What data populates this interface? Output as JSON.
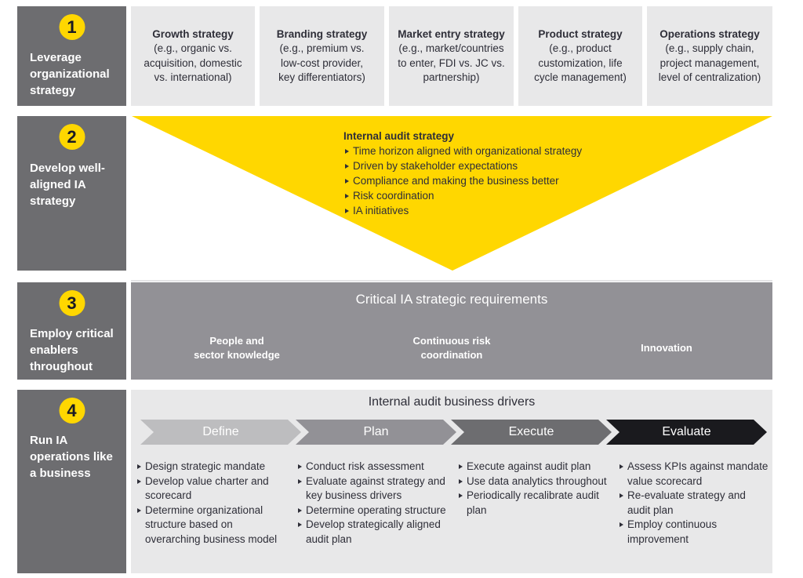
{
  "colors": {
    "sidebar": "#6d6d70",
    "badge": "#ffd700",
    "light_panel": "#e8e8e9",
    "requirements_panel": "#929196",
    "triangle": "#ffd700",
    "chevrons": [
      "#bdbdbf",
      "#929196",
      "#6d6d70",
      "#1a1a1e"
    ]
  },
  "steps": [
    {
      "number": "1",
      "label": "Leverage organizational strategy"
    },
    {
      "number": "2",
      "label": "Develop well-aligned IA strategy"
    },
    {
      "number": "3",
      "label": "Employ critical enablers throughout"
    },
    {
      "number": "4",
      "label": "Run IA operations like a business"
    }
  ],
  "strategies": [
    {
      "title": "Growth strategy",
      "desc": "(e.g., organic vs.\nacquisition, domestic\nvs. international)"
    },
    {
      "title": "Branding strategy",
      "desc": "(e.g., premium vs.\nlow-cost provider,\nkey differentiators)"
    },
    {
      "title": "Market entry strategy",
      "desc": "(e.g., market/countries\nto enter, FDI vs. JC vs.\npartnership)"
    },
    {
      "title": "Product strategy",
      "desc": "(e.g., product\ncustomization, life\ncycle management)"
    },
    {
      "title": "Operations strategy",
      "desc": "(e.g., supply chain,\nproject management,\nlevel of centralization)"
    }
  ],
  "ia_strategy": {
    "title": "Internal audit strategy",
    "items": [
      "Time horizon aligned with organizational strategy",
      "Driven by stakeholder expectations",
      "Compliance and making the business better",
      "Risk coordination",
      "IA initiatives"
    ]
  },
  "requirements": {
    "title": "Critical IA strategic requirements",
    "items": [
      "People and\nsector knowledge",
      "Continuous risk\ncoordination",
      "Innovation"
    ]
  },
  "drivers": {
    "title": "Internal audit business drivers",
    "phases": [
      {
        "name": "Define",
        "items": [
          "Design strategic mandate",
          "Develop value charter and scorecard",
          "Determine organizational structure based on overarching business model"
        ]
      },
      {
        "name": "Plan",
        "items": [
          "Conduct risk assessment",
          "Evaluate against strategy and key business drivers",
          "Determine operating structure",
          "Develop strategically aligned audit plan"
        ]
      },
      {
        "name": "Execute",
        "items": [
          "Execute against audit plan",
          "Use data analytics throughout",
          "Periodically recalibrate audit plan"
        ]
      },
      {
        "name": "Evaluate",
        "items": [
          "Assess KPIs against mandate value scorecard",
          "Re-evaluate strategy and audit plan",
          "Employ continuous improvement"
        ]
      }
    ]
  }
}
